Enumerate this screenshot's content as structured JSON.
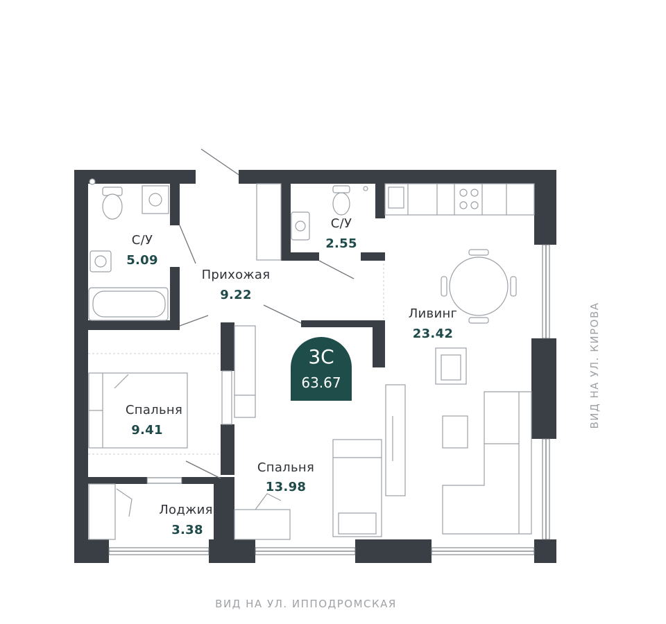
{
  "apartment": {
    "code": "3С",
    "total_area": "63.67",
    "badge_color": "#1e4d4a"
  },
  "rooms": {
    "bathroom_1": {
      "name": "С/У",
      "area": "5.09"
    },
    "bathroom_2": {
      "name": "С/У",
      "area": "2.55"
    },
    "hallway": {
      "name": "Прихожая",
      "area": "9.22"
    },
    "living": {
      "name": "Ливинг",
      "area": "23.42"
    },
    "bedroom_1": {
      "name": "Спальня",
      "area": "9.41"
    },
    "bedroom_2": {
      "name": "Спальня",
      "area": "13.98"
    },
    "loggia": {
      "name": "Лоджия",
      "area": "3.38"
    }
  },
  "views": {
    "bottom": "ВИД НА УЛ. ИППОДРОМСКАЯ",
    "right": "ВИД НА УЛ. КИРОВА"
  },
  "colors": {
    "wall": "#3a3f46",
    "area_text": "#1e4a4a",
    "name_text": "#2f3338",
    "view_text": "#9ea2a6"
  }
}
